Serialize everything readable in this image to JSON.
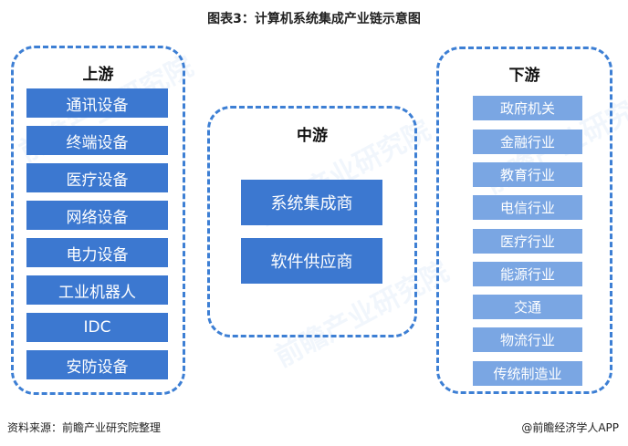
{
  "title": "图表3：计算机系统集成产业链示意图",
  "upstream": {
    "label": "上游",
    "items": [
      "通讯设备",
      "终端设备",
      "医疗设备",
      "网络设备",
      "电力设备",
      "工业机器人",
      "IDC",
      "安防设备"
    ]
  },
  "midstream": {
    "label": "中游",
    "items": [
      "系统集成商",
      "软件供应商"
    ]
  },
  "downstream": {
    "label": "下游",
    "items": [
      "政府机关",
      "金融行业",
      "教育行业",
      "电信行业",
      "医疗行业",
      "能源行业",
      "交通",
      "物流行业",
      "传统制造业"
    ]
  },
  "footer": {
    "source": "资料来源：前瞻产业研究院整理",
    "credit": "@前瞻经济学人APP"
  },
  "watermark": "前瞻产业研究院",
  "colors": {
    "border": "#3d7fd4",
    "primary_box": "#3c78d0",
    "light_box": "#7aa6e3"
  }
}
